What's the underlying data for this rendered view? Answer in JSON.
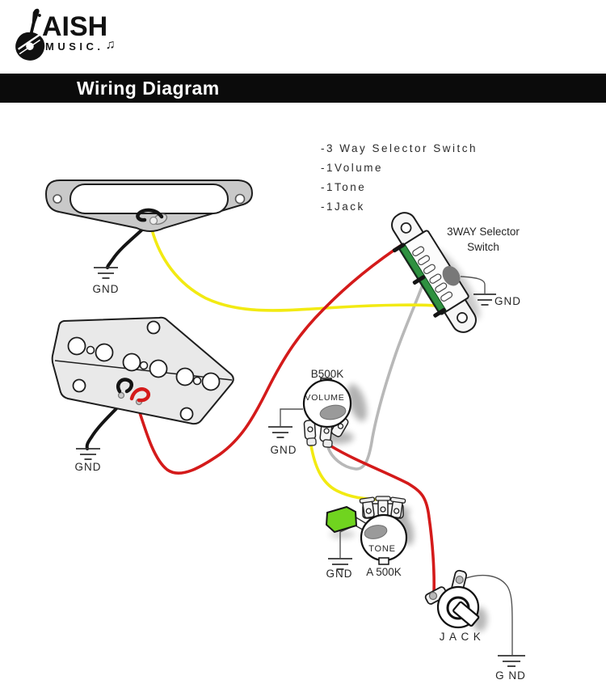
{
  "logo": {
    "brand": "AISH",
    "sub": "MUSIC.",
    "note": "♫"
  },
  "banner": {
    "title": "Wiring Diagram"
  },
  "parts_list": {
    "items": [
      "-3 Way Selector Switch",
      "-1Volume",
      "-1Tone",
      "-1Jack"
    ]
  },
  "components": {
    "neck_pickup": {
      "gnd": "GND"
    },
    "bridge_pickup": {
      "gnd": "GND"
    },
    "selector_switch": {
      "label_line1": "3WAY Selector",
      "label_line2": "Switch",
      "gnd": "GND"
    },
    "volume_pot": {
      "value": "B500K",
      "label": "VOLUME",
      "gnd": "GND"
    },
    "tone_pot": {
      "value": "A 500K",
      "label": "TONE",
      "gnd": "GND"
    },
    "jack": {
      "label": "JACK",
      "gnd": "G ND"
    }
  },
  "colors": {
    "wire_red": "#d41a1a",
    "wire_yellow": "#f2ea12",
    "wire_gray": "#b8b8b8",
    "wire_black": "#141414",
    "pcb_green": "#2f9140",
    "capacitor_green": "#70d41f",
    "banner_bg": "#0b0b0b",
    "banner_text": "#ffffff",
    "plate_gray": "#c9c9c9",
    "bridge_plate": "#e9e9e9",
    "pot_shaft": "#9a9a9a",
    "label_ink": "#262626"
  }
}
